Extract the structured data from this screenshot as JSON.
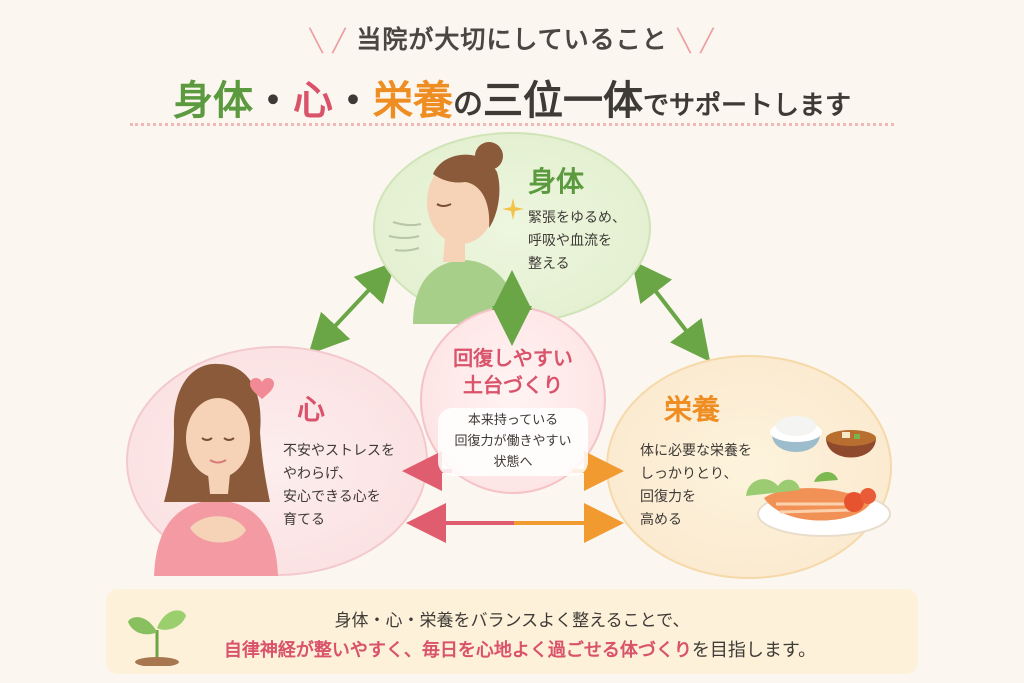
{
  "header": {
    "subtitle": "当院が大切にしていること",
    "title_body": "身体",
    "title_dot1": "・",
    "title_heart": "心",
    "title_dot2": "・",
    "title_nutrition": "栄養",
    "title_no": "の",
    "title_trinity": "三位一体",
    "title_tail": "でサポートします"
  },
  "body_circle": {
    "title": "身体",
    "lines": [
      "緊張をゆるめ、",
      "呼吸や血流を",
      "整える"
    ]
  },
  "heart_circle": {
    "title": "心",
    "lines": [
      "不安やストレスを",
      "やわらげ、",
      "安心できる心を",
      "育てる"
    ]
  },
  "nutrition_circle": {
    "title": "栄養",
    "lines": [
      "体に必要な栄養を",
      "しっかりとり、",
      "回復力を",
      "高める"
    ]
  },
  "center": {
    "title_lines": [
      "回復しやすい",
      "土台づくり"
    ],
    "lines": [
      "本来持っている",
      "回復力が働きやすい",
      "状態へ"
    ]
  },
  "banner": {
    "line1": "身体・心・栄養をバランスよく整えることで、",
    "line2_highlight": "自律神経が整いやすく、毎日を心地よく過ごせる体づくり",
    "line2_tail": "を目指します。"
  },
  "icons": [
    "sparkle-icon",
    "heart-icon",
    "sprout-icon",
    "woman-breathing-illustration",
    "woman-hands-on-chest-illustration",
    "japanese-meal-illustration"
  ],
  "colors": {
    "body": "#5c9a3f",
    "heart": "#d9536a",
    "nutrition": "#ee8d22",
    "background": "#fbf7f0"
  }
}
